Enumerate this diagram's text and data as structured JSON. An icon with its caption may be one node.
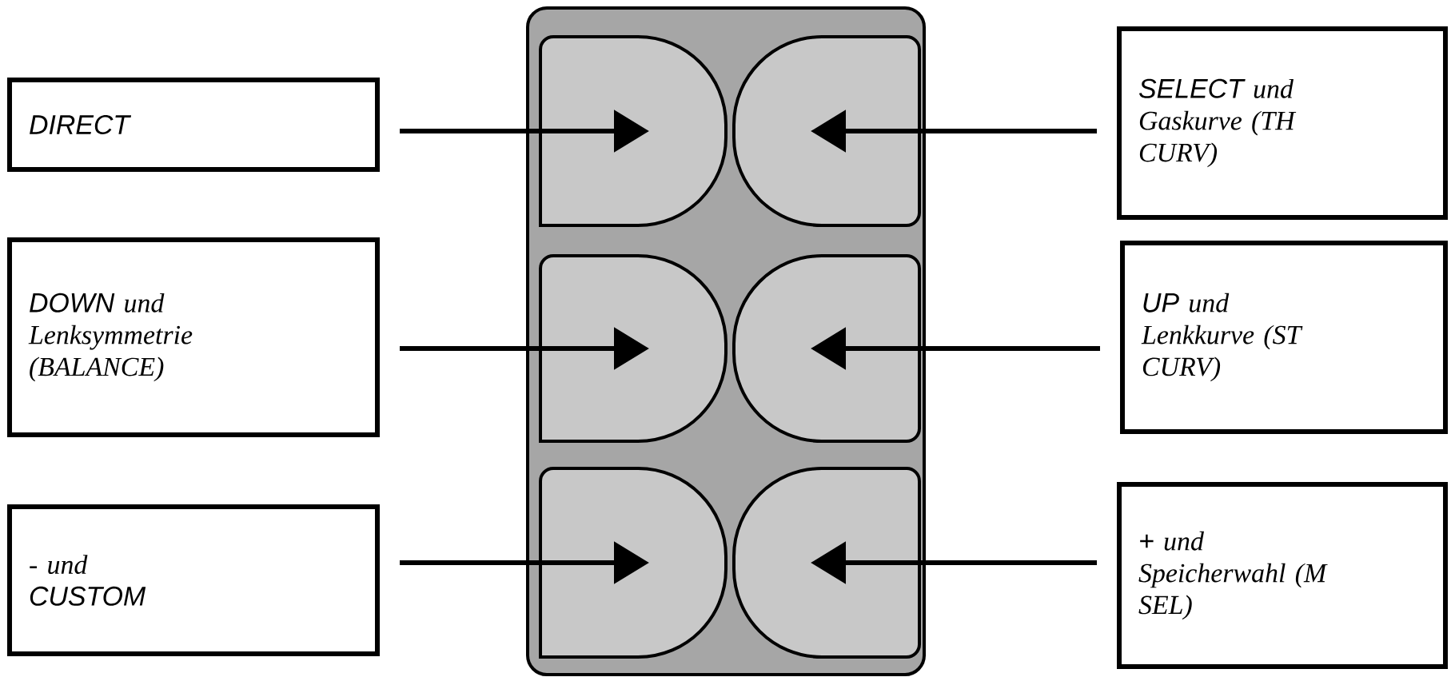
{
  "diagram": {
    "nodes": [
      {
        "text": [],
        "shape": "box"
      },
      {
        "text": [],
        "shape": "button",
        "in": 0
      },
      {
        "text": [],
        "shape": "button",
        "in": 0
      },
      {
        "text": [],
        "shape": "button",
        "in": 0
      },
      {
        "text": [],
        "shape": "button",
        "in": 0
      },
      {
        "text": [],
        "shape": "button",
        "in": 0
      },
      {
        "text": [],
        "shape": "button",
        "in": 0
      },
      {
        "text": [
          "DIRECT"
        ]
      },
      {
        "text": [
          "SELECT",
          "und Gaskurve (TH CURV)"
        ]
      },
      {
        "text": [
          "DOWN",
          "und Lenksymmetrie (BALANCE)"
        ]
      },
      {
        "text": [
          "UP",
          "und Lenkkurve (ST CURV)"
        ]
      },
      {
        "text": [
          "- und",
          "CUSTOM"
        ]
      },
      {
        "text": [
          "+",
          "und Speicherwahl (M SEL)"
        ]
      }
    ],
    "edges": [
      {
        "from": 7,
        "to": 1,
        "arrow": "to"
      },
      {
        "from": 8,
        "to": 2,
        "arrow": "to"
      },
      {
        "from": 9,
        "to": 3,
        "arrow": "to"
      },
      {
        "from": 10,
        "to": 4,
        "arrow": "to"
      },
      {
        "from": 11,
        "to": 5,
        "arrow": "to"
      },
      {
        "from": 12,
        "to": 6,
        "arrow": "to"
      }
    ]
  }
}
